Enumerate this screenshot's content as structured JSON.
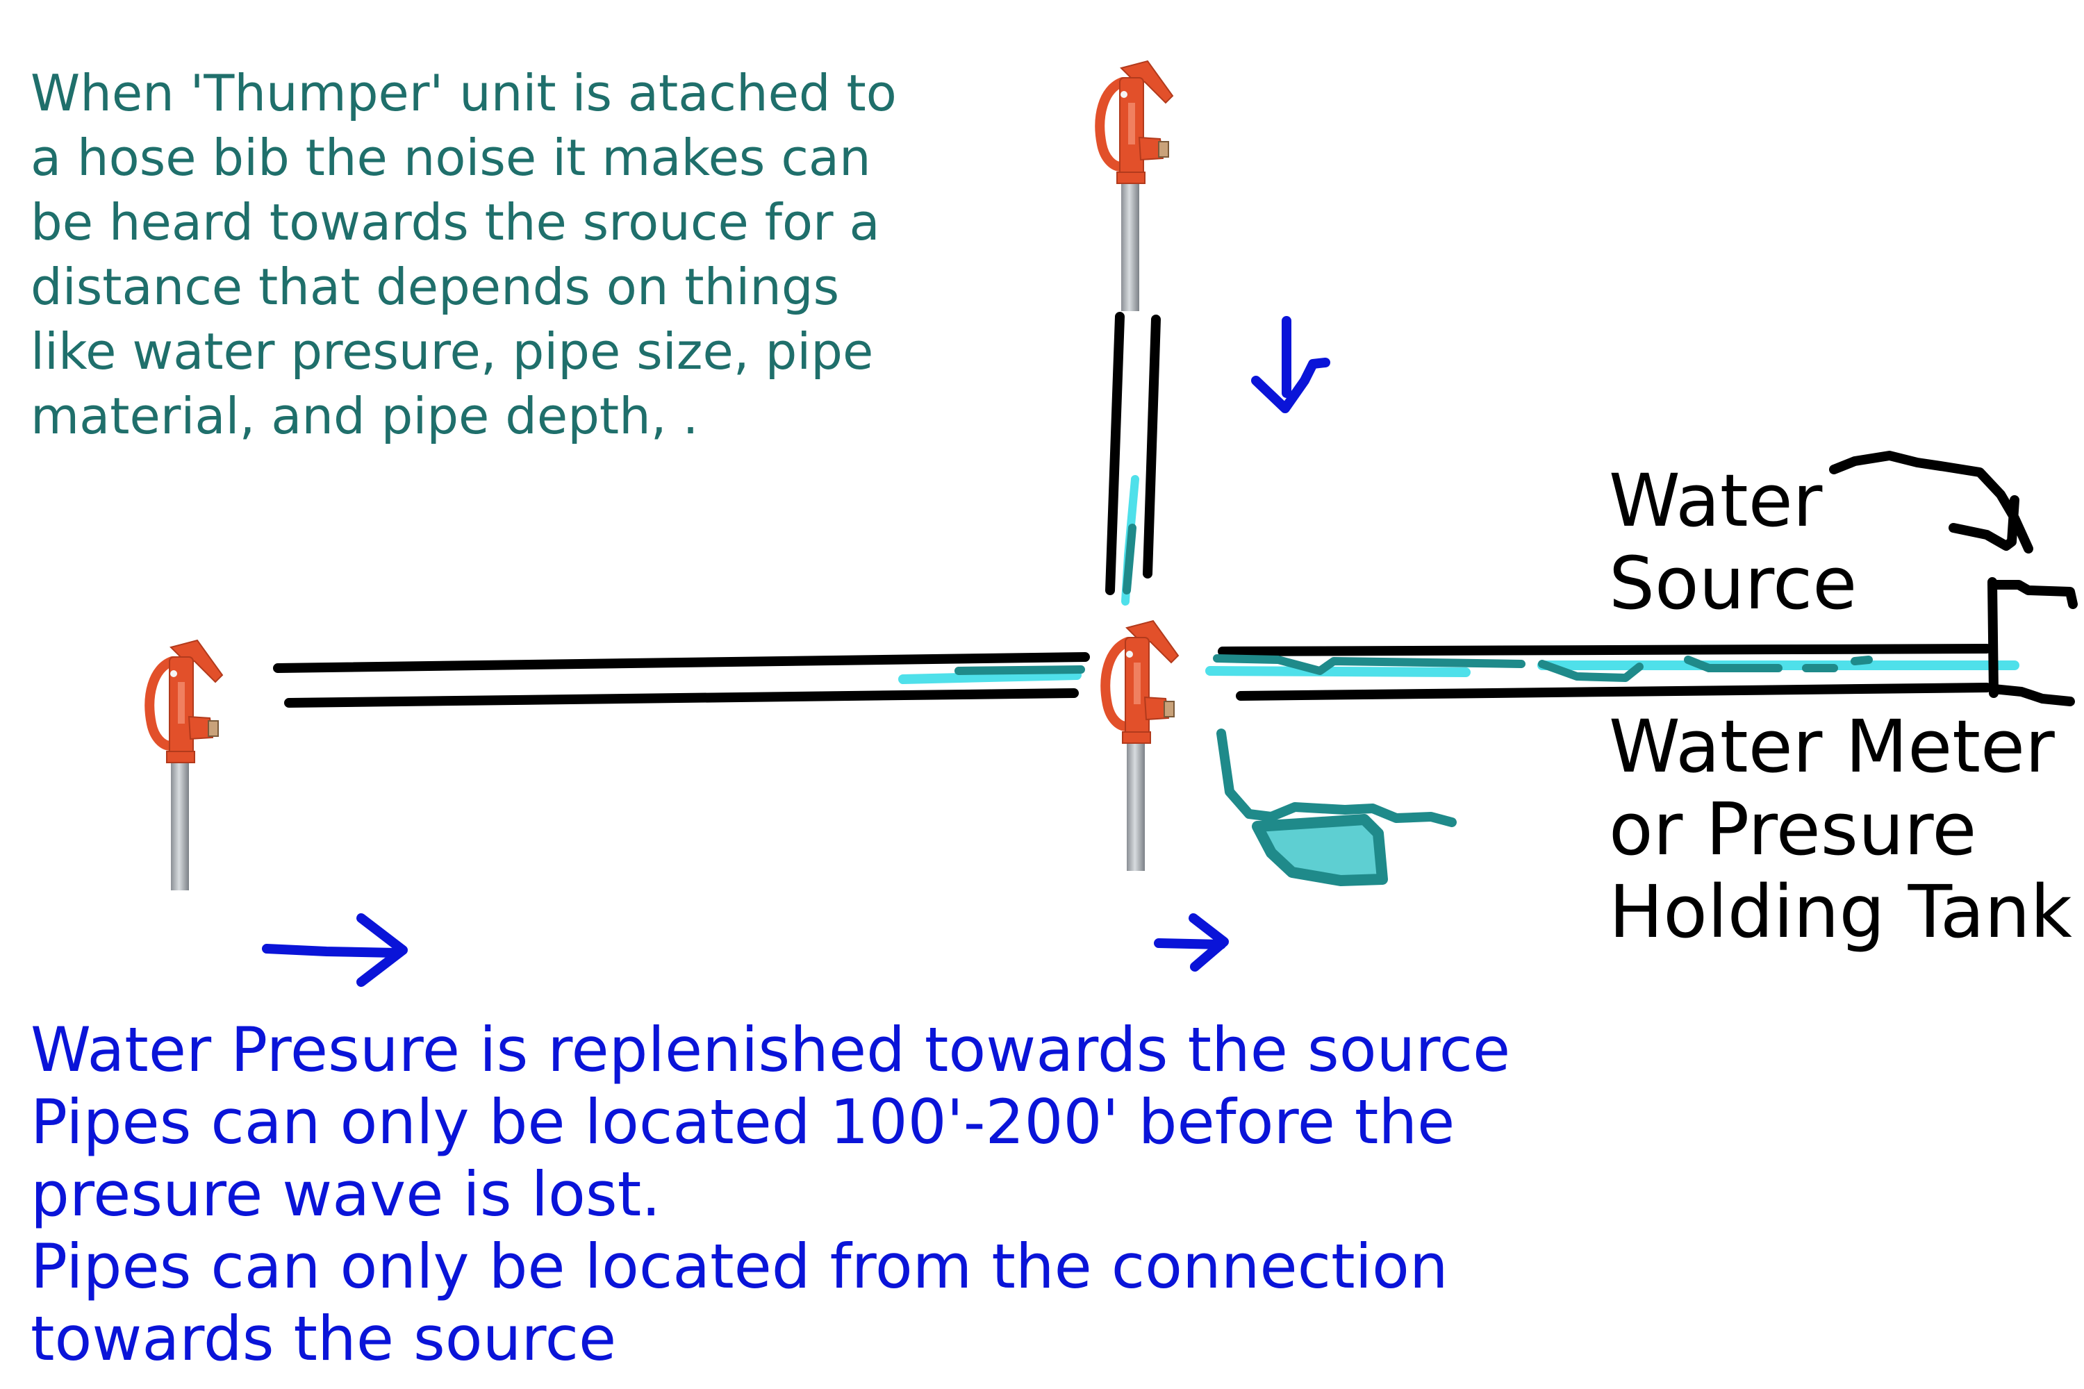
{
  "intro_text": "When 'Thumper' unit is atached to\na hose bib the noise it makes can\nbe heard towards the srouce for a\ndistance that depends on things\nlike water presure, pipe size, pipe\nmaterial, and pipe depth, .",
  "labels": {
    "water_source": "Water\nSource",
    "water_meter": "Water Meter\nor Presure\nHolding Tank"
  },
  "notes_text": "Water Presure is replenished towards the source\nPipes can only be located 100'-200' before the\npresure wave is lost.\nPipes can only be located from the connection\ntowards the source",
  "icons": {
    "hydrant": "hose-bib-hydrant-icon",
    "flow_arrow": "flow-arrow-icon",
    "source_arrow": "curved-arrow-icon"
  },
  "colors": {
    "hydrant_red": "#e2502a",
    "pipe": "#000000",
    "teal_marker": "#1f8a8a",
    "cyan_marker": "#4fe0ea",
    "blue_arrow": "#0a14d8",
    "teal_text": "#1f6f6b"
  }
}
